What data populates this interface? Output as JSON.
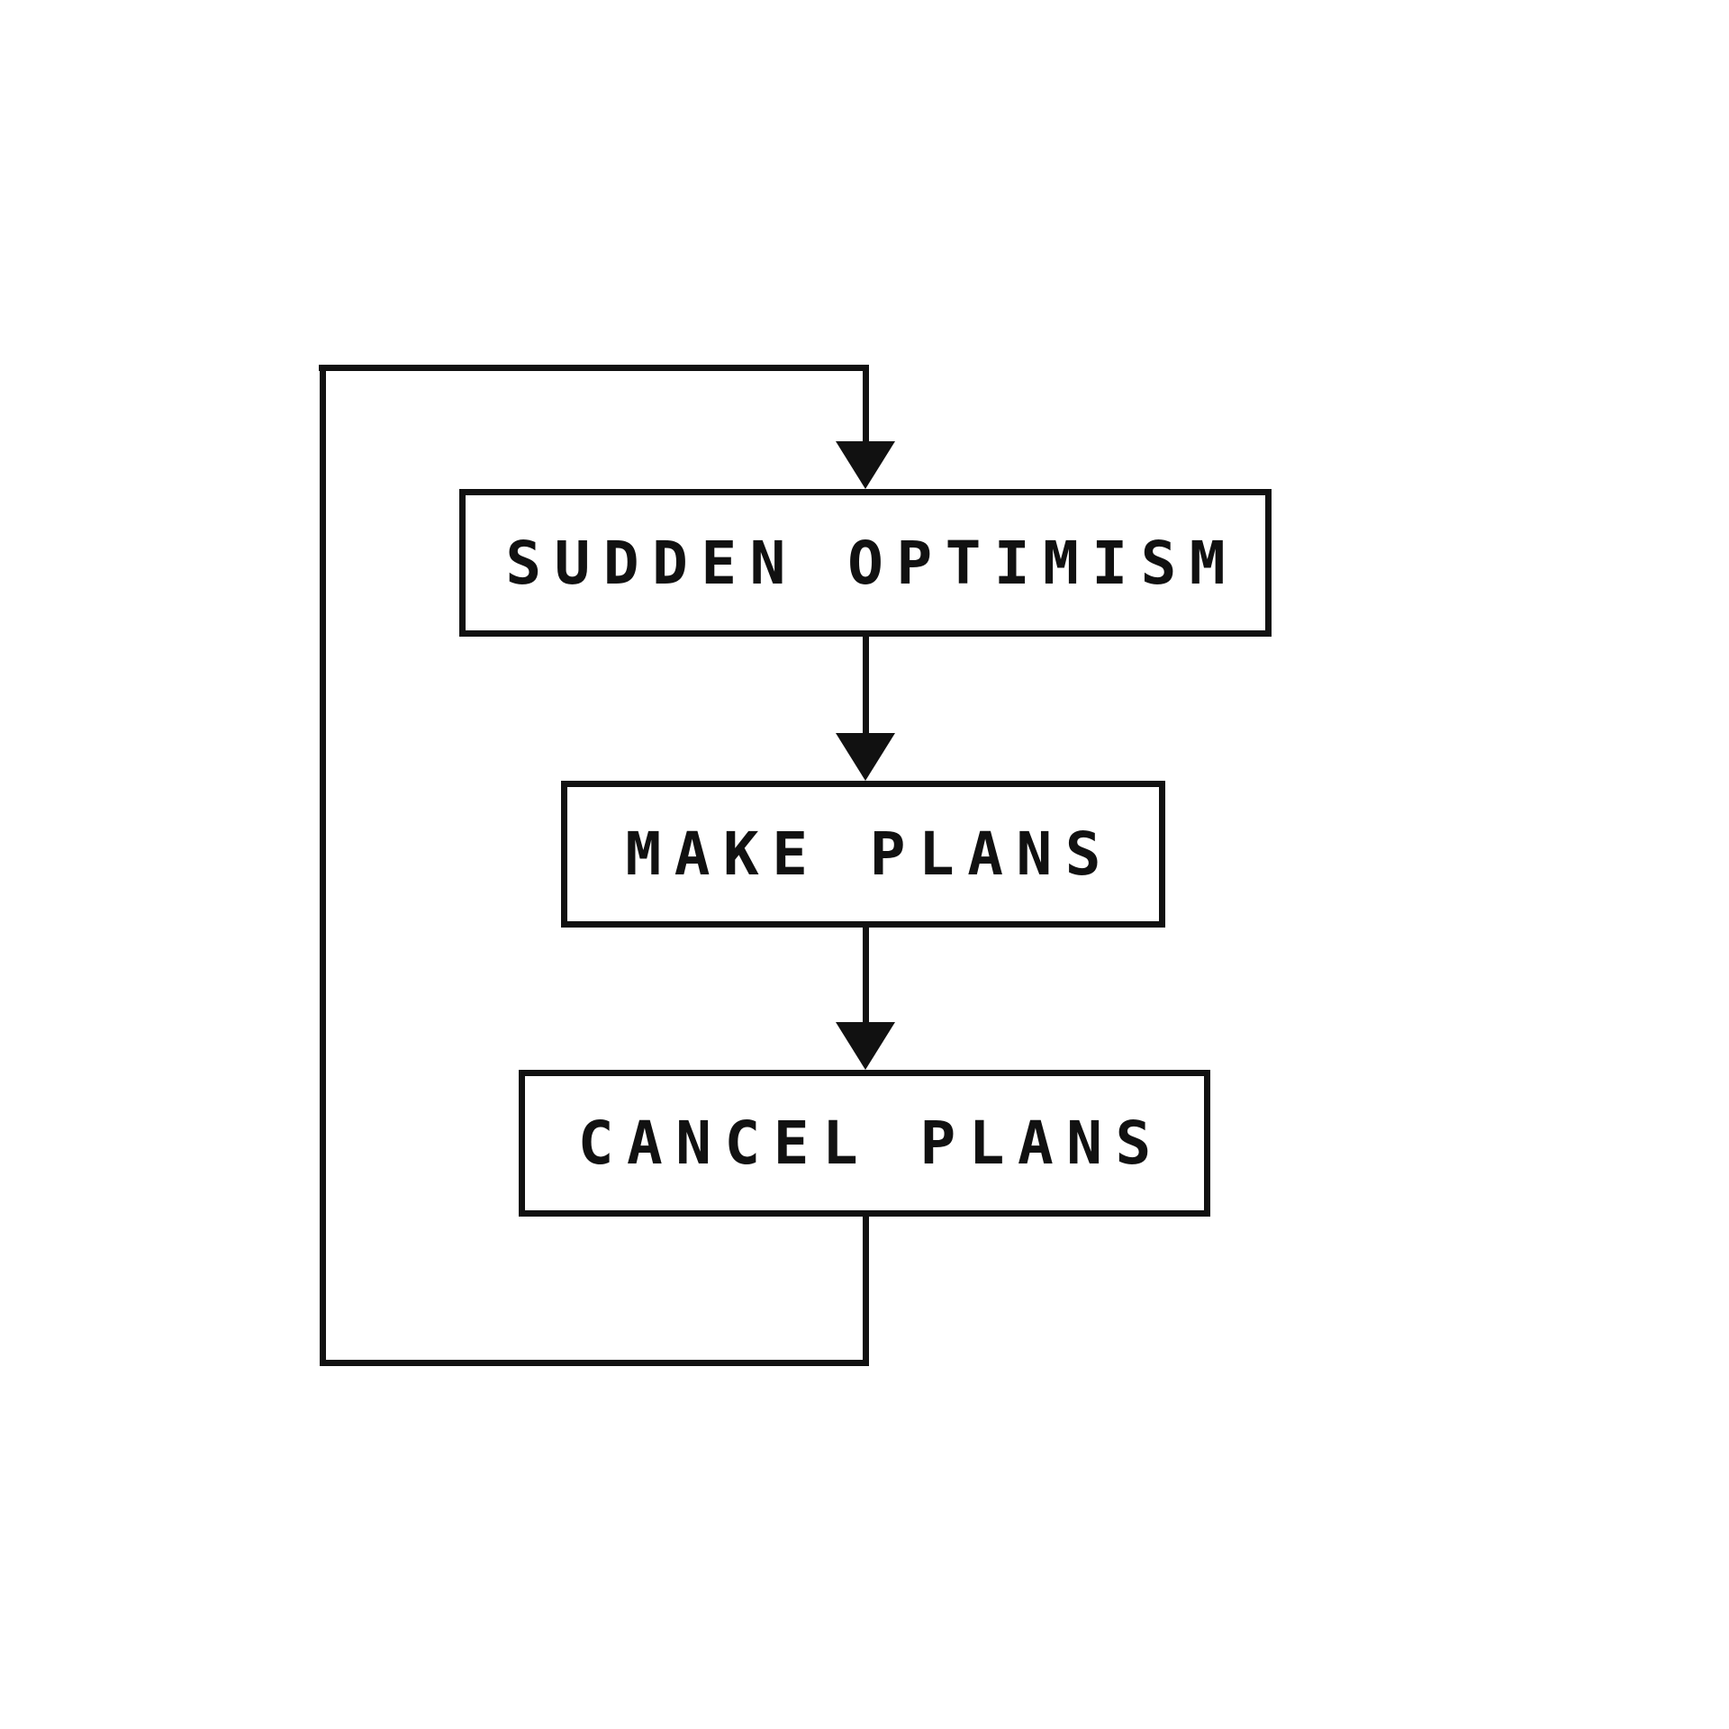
{
  "diagram": {
    "type": "flowchart",
    "background_color": "#ffffff",
    "line_color": "#111111",
    "text_color": "#111111",
    "nodes": [
      {
        "id": "sudden-optimism",
        "label": "SUDDEN OPTIMISM"
      },
      {
        "id": "make-plans",
        "label": "MAKE PLANS"
      },
      {
        "id": "cancel-plans",
        "label": "CANCEL PLANS"
      }
    ],
    "edges": [
      {
        "from": "loop",
        "to": "sudden-optimism",
        "arrow": true,
        "description": "loop re-entry arrow into top box"
      },
      {
        "from": "sudden-optimism",
        "to": "make-plans",
        "arrow": true
      },
      {
        "from": "make-plans",
        "to": "cancel-plans",
        "arrow": true
      },
      {
        "from": "cancel-plans",
        "to": "loop",
        "arrow": false,
        "description": "feedback line down, left and back up to top"
      }
    ]
  }
}
